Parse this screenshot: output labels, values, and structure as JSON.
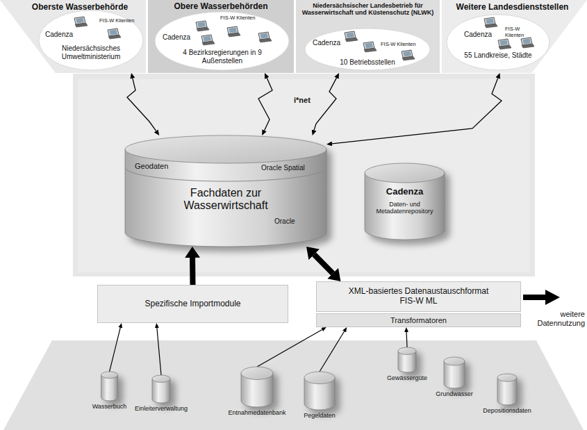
{
  "diagram": {
    "nodes": [
      {
        "text": [
          "Oberste Wasserbehörde"
        ]
      },
      {
        "text": [
          "Cadenza",
          "FIS-W Klienten",
          "Niedersächsisches Umweltministerium"
        ],
        "in": 0
      },
      {
        "text": [
          "Obere Wasserbehörden"
        ]
      },
      {
        "text": [
          "FIS-W Klienten",
          "Cadenza",
          "4 Bezirksregierungen in 9 Außenstellen"
        ],
        "in": 2
      },
      {
        "text": [
          "Niedersächsischer Landesbetrieb für Wasserwirtschaft und Küstenschutz (NLWK)"
        ]
      },
      {
        "text": [
          "Cadenza",
          "FIS-W Klienten",
          "10 Betriebsstellen"
        ],
        "in": 4
      },
      {
        "text": [
          "Weitere Landesdienststellen"
        ]
      },
      {
        "text": [
          "FIS-W Klienten",
          "Cadenza",
          "55 Landkreise, Städte"
        ],
        "in": 6
      },
      {
        "text": [
          "Geodaten",
          "Oracle Spatial",
          "Fachdaten zur Wasserwirtschaft",
          "Oracle"
        ]
      },
      {
        "text": [
          "Cadenza",
          "Daten- und Metadatenrepository"
        ]
      },
      {
        "text": [
          "Spezifische Importmodule"
        ]
      },
      {
        "text": [
          "XML-basiertes Datenaustauschformat FIS-W ML"
        ]
      },
      {
        "text": [
          "Transformatoren"
        ]
      },
      {
        "text": [
          "Wasserbuch"
        ]
      },
      {
        "text": [
          "Einleiterverwaltung"
        ]
      },
      {
        "text": [
          "Entnahmedatenbank"
        ]
      },
      {
        "text": [
          "Pegeldaten"
        ]
      },
      {
        "text": [
          "Gewässergüte"
        ]
      },
      {
        "text": [
          "Grundwasser"
        ]
      },
      {
        "text": [
          "Depositionsdaten"
        ]
      }
    ],
    "edges": [
      {
        "from": 0,
        "to": 8,
        "arrow": "both"
      },
      {
        "from": 2,
        "to": 8,
        "arrow": "both"
      },
      {
        "from": 4,
        "to": 8,
        "arrow": "both"
      },
      {
        "from": 6,
        "to": 8,
        "arrow": "both"
      },
      {
        "from": 10,
        "to": 8,
        "arrow": "to"
      },
      {
        "from": 8,
        "to": 11,
        "arrow": "both"
      },
      {
        "from": 13,
        "to": 10,
        "arrow": "to"
      },
      {
        "from": 14,
        "to": 10,
        "arrow": "to"
      },
      {
        "from": 15,
        "to": 12,
        "arrow": "to"
      },
      {
        "from": 16,
        "to": 12,
        "arrow": "to"
      },
      {
        "from": 17,
        "to": 12,
        "arrow": "to"
      }
    ],
    "labels": [
      "i*net",
      "weitere Datennutzung"
    ]
  }
}
